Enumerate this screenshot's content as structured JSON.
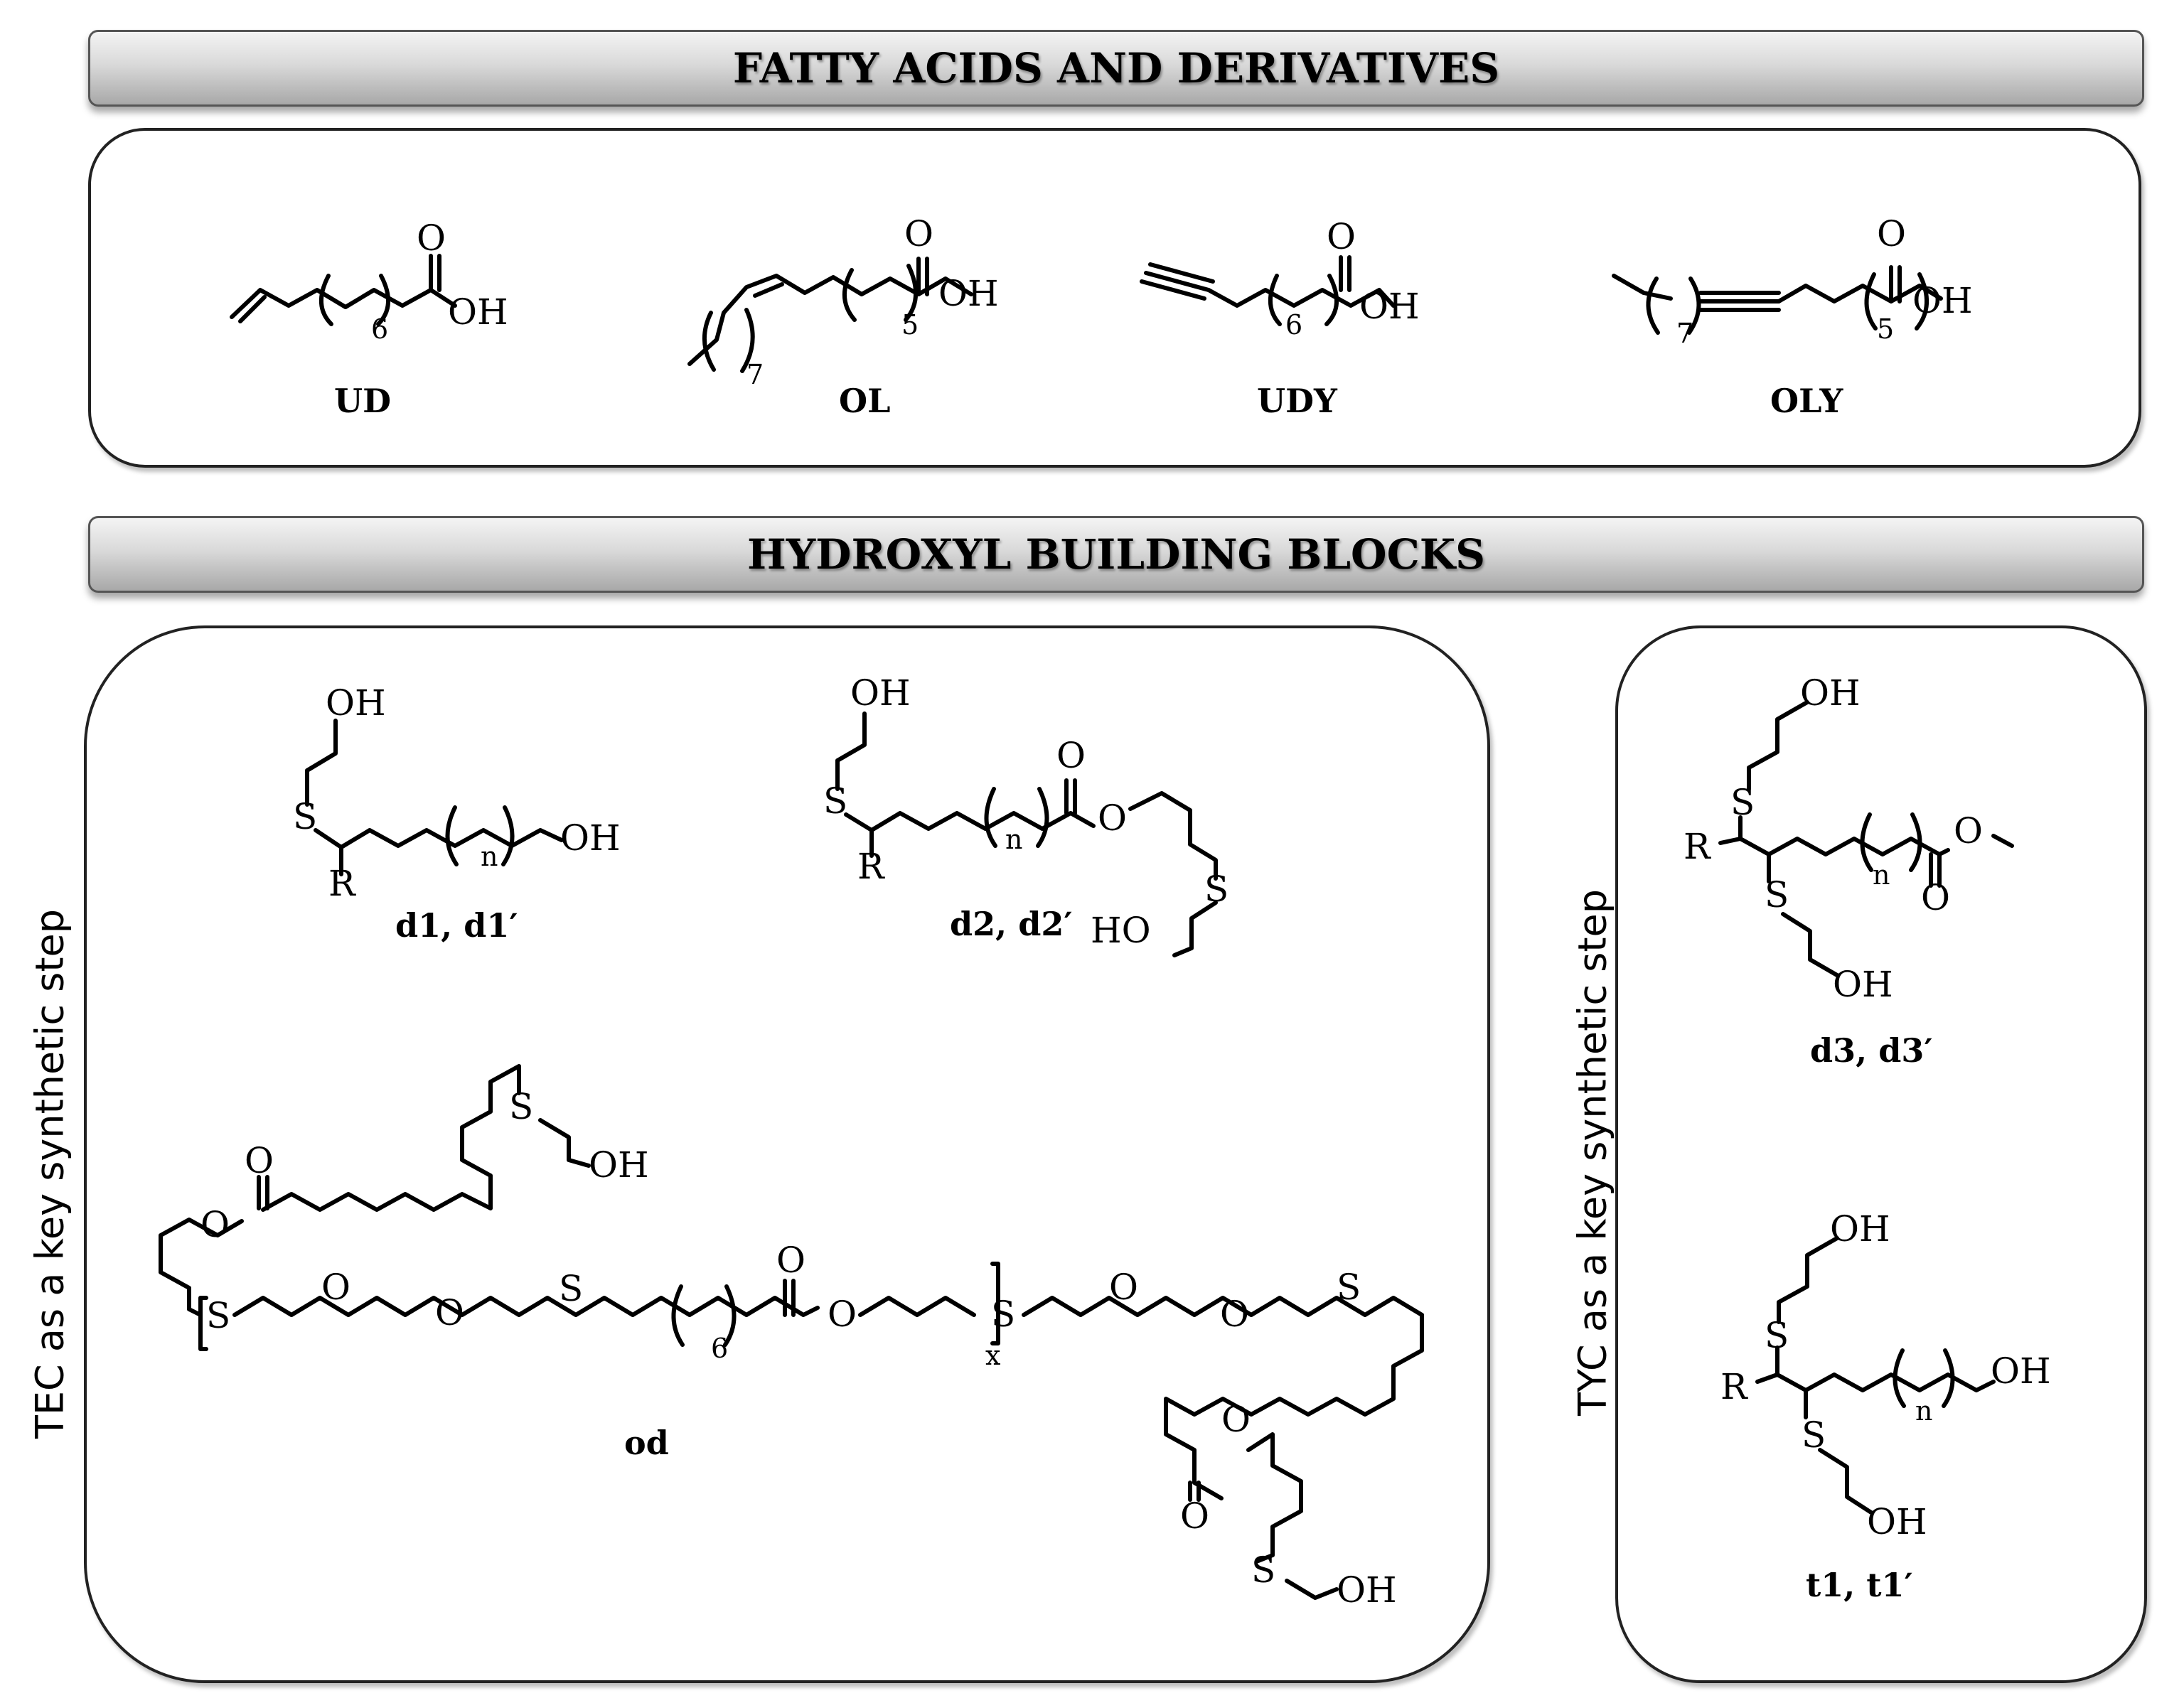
{
  "banners": {
    "fatty": "FATTY ACIDS AND DERIVATIVES",
    "hydroxyl": "HYDROXYL BUILDING BLOCKS"
  },
  "side_labels": {
    "tec": "TEC as a key synthetic step",
    "tyc": "TYC as a key synthetic step"
  },
  "compounds": {
    "ud": "UD",
    "ol": "OL",
    "udy": "UDY",
    "oly": "OLY",
    "d1": "d1, d1′",
    "d2": "d2, d2′",
    "d3": "d3, d3′",
    "t1": "t1, t1′",
    "od": "od"
  },
  "atoms": {
    "O": "O",
    "OH": "OH",
    "HO": "HO",
    "S": "S",
    "R": "R"
  },
  "subscripts": {
    "n": "n",
    "x": "x",
    "five": "5",
    "six": "6",
    "seven": "7"
  }
}
